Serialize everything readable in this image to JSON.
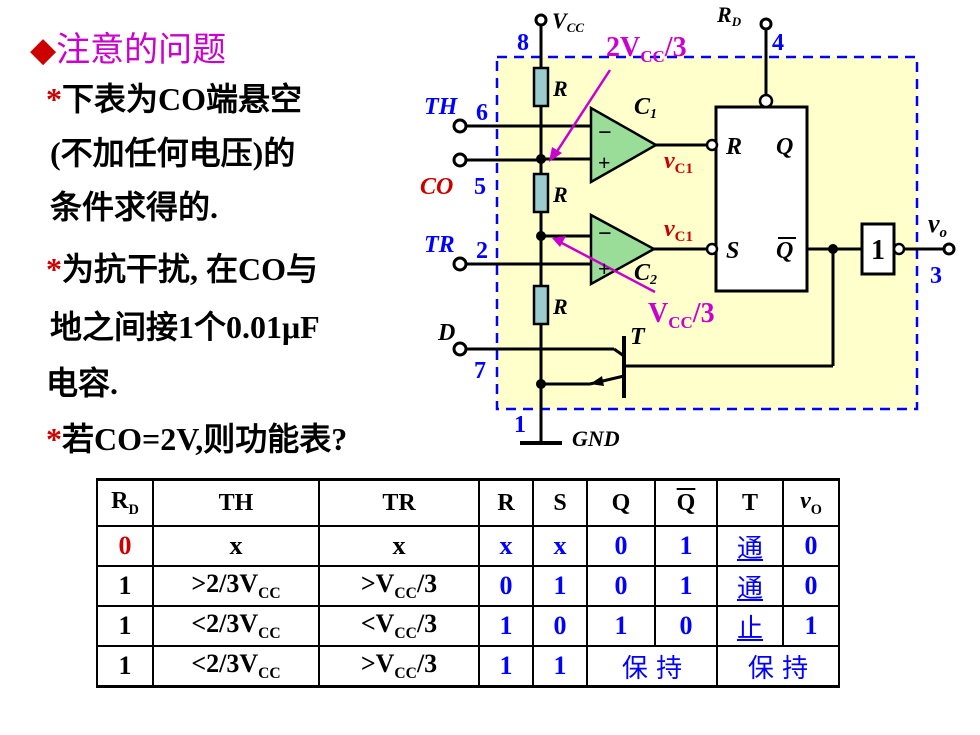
{
  "heading": {
    "bullet": "◆",
    "text": "注意的问题"
  },
  "bullets": {
    "b1": [
      "下表为CO端悬空",
      "(不加任何电压)的",
      "条件求得的."
    ],
    "b2": [
      "为抗干扰, 在CO与",
      "地之间接1个0.01μF",
      "电容."
    ],
    "b3": [
      "若CO=2V,则功能表?"
    ],
    "star": "*"
  },
  "circuit": {
    "vcc": "V",
    "vcc_sub": "CC",
    "rd": "R",
    "rd_sub": "D",
    "pins": {
      "p8": "8",
      "p4": "4",
      "p6": "6",
      "p5": "5",
      "p2": "2",
      "p7": "7",
      "p1": "1",
      "p3": "3"
    },
    "th": "TH",
    "co": "CO",
    "tr": "TR",
    "d": "D",
    "r": "R",
    "c1": "C",
    "c1_sub": "1",
    "c2": "C",
    "c2_sub": "2",
    "ff_r": "R",
    "ff_s": "S",
    "ff_q": "Q",
    "ff_qbar": "Q",
    "minus": "−",
    "plus": "+",
    "vc1": "v",
    "vc1_sub": "C1",
    "inv": "1",
    "vo": "v",
    "vo_sub": "o",
    "t": "T",
    "gnd": "GND",
    "ann_top": "2V",
    "ann_top_sub": "CC",
    "ann_top_tail": "/3",
    "ann_bot": "V",
    "ann_bot_sub": "CC",
    "ann_bot_tail": "/3"
  },
  "table": {
    "headers": [
      "R",
      "TH",
      "TR",
      "R",
      "S",
      "Q",
      "Q",
      "T",
      "v"
    ],
    "header_subs": {
      "rd": "D",
      "vo": "O"
    },
    "rows": [
      [
        "0",
        "x",
        "x",
        "x",
        "x",
        "0",
        "1",
        "通",
        "0"
      ],
      [
        "1",
        ">2/3V",
        ">V",
        "0",
        "1",
        "0",
        "1",
        "通",
        "0"
      ],
      [
        "1",
        "<2/3V",
        "<V",
        "1",
        "0",
        "1",
        "0",
        "止",
        "1"
      ],
      [
        "1",
        "<2/3V",
        ">V",
        "1",
        "1",
        "保 持",
        "保 持"
      ]
    ],
    "cc": "CC",
    "div3": "/3"
  },
  "colors": {
    "box_fill": "#ffffcc",
    "opamp_fill": "#99dd99",
    "dash": "#0000ff",
    "magenta": "#cc00cc",
    "blue": "#0000ff",
    "red": "#cc0000"
  }
}
